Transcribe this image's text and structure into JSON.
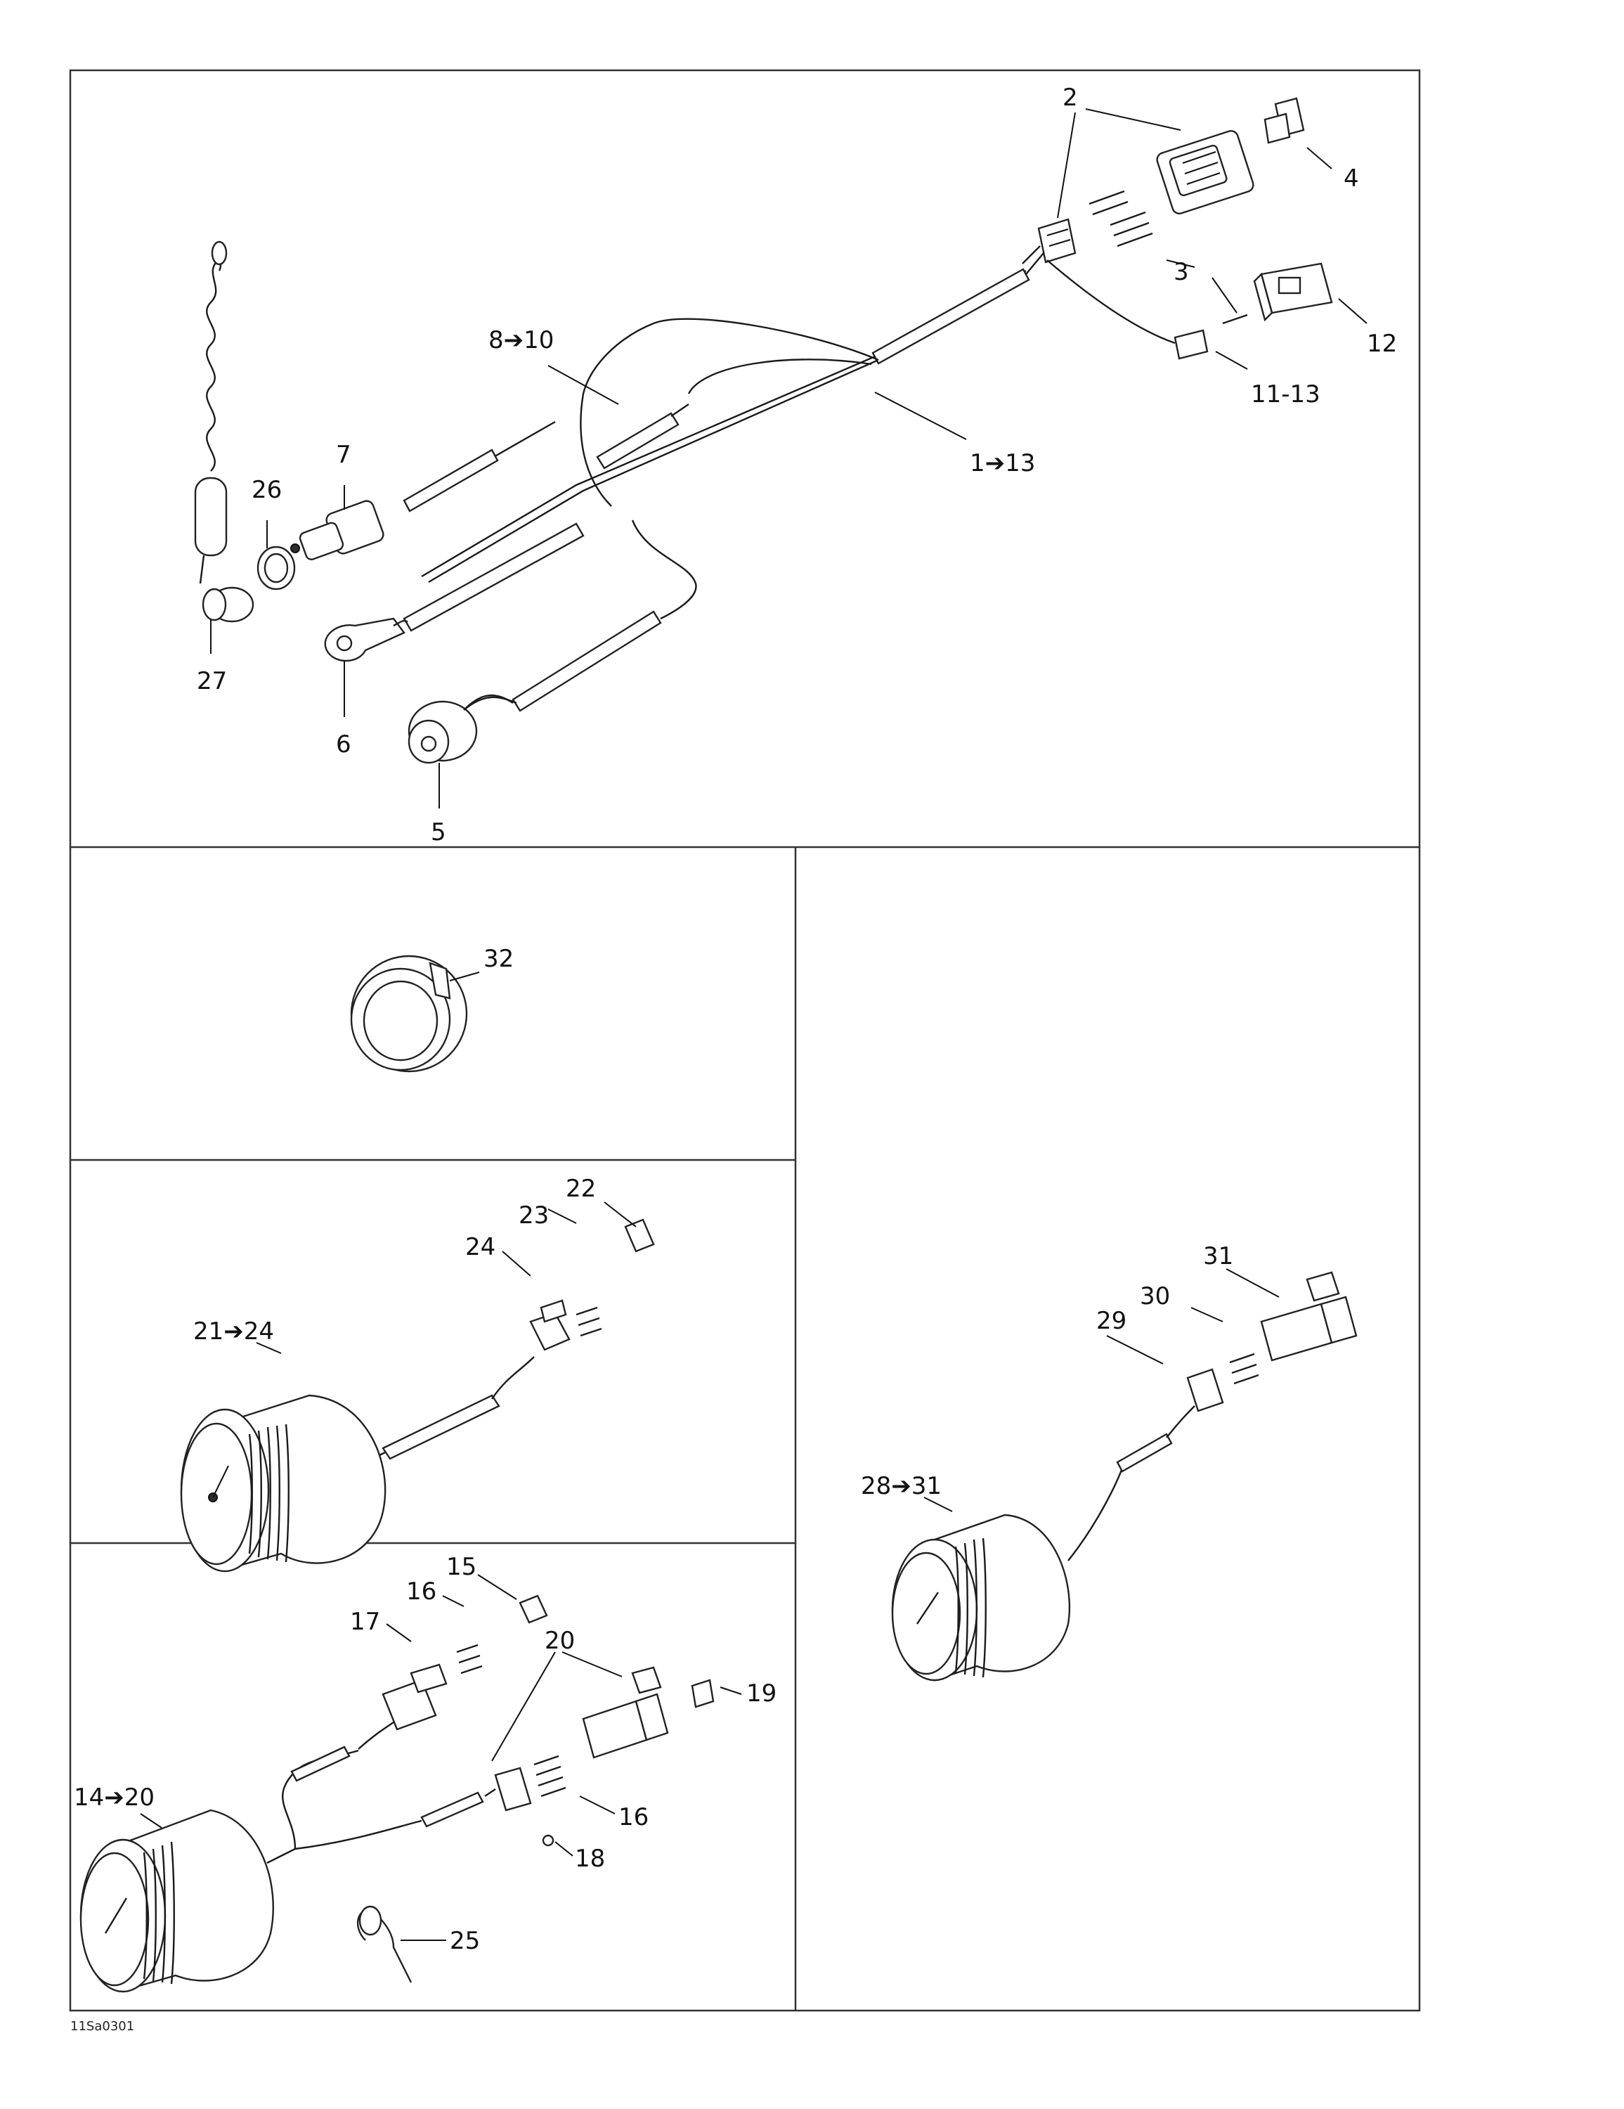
{
  "callouts": {
    "c1": "1➔13",
    "c2": "2",
    "c3": "3",
    "c4": "4",
    "c5": "5",
    "c6": "6",
    "c7": "7",
    "c8": "8➔10",
    "c11": "11-13",
    "c12": "12",
    "c14": "14➔20",
    "c15": "15",
    "c16a": "16",
    "c16b": "16",
    "c17": "17",
    "c18": "18",
    "c19": "19",
    "c20": "20",
    "c21": "21➔24",
    "c22": "22",
    "c23": "23",
    "c24": "24",
    "c25": "25",
    "c26": "26",
    "c27": "27",
    "c28": "28➔31",
    "c29": "29",
    "c30": "30",
    "c31": "31",
    "c32": "32"
  },
  "drawing_code": "11Sa0301"
}
